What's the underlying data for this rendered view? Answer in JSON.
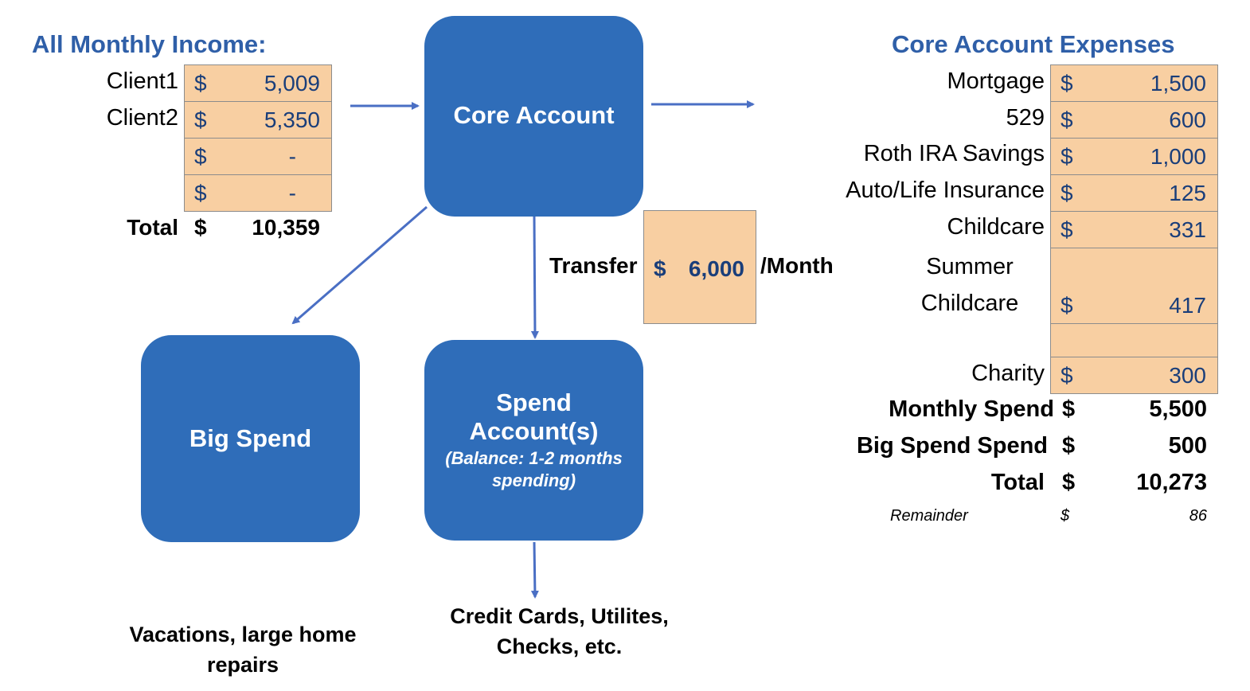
{
  "income": {
    "heading": "All Monthly Income:",
    "rows": [
      {
        "label": "Client1",
        "currency": "$",
        "amount": "5,009"
      },
      {
        "label": "Client2",
        "currency": "$",
        "amount": "5,350"
      },
      {
        "label": "",
        "currency": "$",
        "amount": "-"
      },
      {
        "label": "",
        "currency": "$",
        "amount": "-"
      }
    ],
    "total_label": "Total",
    "total_currency": "$",
    "total_amount": "10,359"
  },
  "core_box": {
    "label": "Core Account"
  },
  "big_spend_box": {
    "label": "Big Spend"
  },
  "spend_box": {
    "line1": "Spend",
    "line2": "Account(s)",
    "note": "(Balance: 1-2 months spending)"
  },
  "transfer": {
    "label": "Transfer",
    "currency": "$",
    "amount": "6,000",
    "unit": "/Month"
  },
  "captions": {
    "big_spend": "Vacations, large home repairs",
    "spend": "Credit Cards, Utilites, Checks, etc."
  },
  "expenses": {
    "heading": "Core Account Expenses",
    "rows": [
      {
        "label": "Mortgage",
        "currency": "$",
        "amount": "1,500"
      },
      {
        "label": "529",
        "currency": "$",
        "amount": "600"
      },
      {
        "label": "Roth IRA Savings",
        "currency": "$",
        "amount": "1,000"
      },
      {
        "label": "Auto/Life Insurance",
        "currency": "$",
        "amount": "125"
      },
      {
        "label": "Childcare",
        "currency": "$",
        "amount": "331"
      },
      {
        "label_line1": "Summer",
        "label_line2": "Childcare",
        "currency": "$",
        "amount": "417"
      },
      {
        "label": "",
        "currency": "",
        "amount": ""
      },
      {
        "label": "Charity",
        "currency": "$",
        "amount": "300"
      }
    ],
    "summary": [
      {
        "label": "Monthly Spend",
        "currency": "$",
        "amount": "5,500"
      },
      {
        "label": "Big Spend Spend",
        "currency": "$",
        "amount": "500"
      },
      {
        "label": "Total",
        "currency": "$",
        "amount": "10,273"
      }
    ],
    "remainder": {
      "label": "Remainder",
      "currency": "$",
      "amount": "86"
    }
  },
  "colors": {
    "box": "#2f6db9",
    "cell": "#f8cfa2",
    "heading": "#2f5fa8",
    "arrow": "#4a6fc4"
  }
}
